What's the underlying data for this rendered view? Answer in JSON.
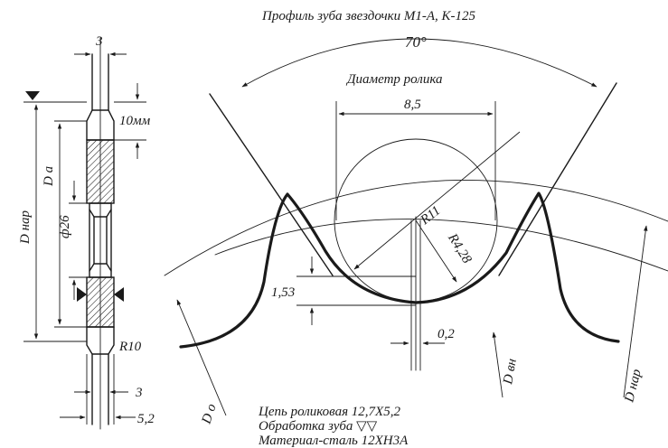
{
  "title": "Профиль зуба звездочки М1-А, К-125",
  "angle_label": "70°",
  "roller_diameter_caption": "Диаметр ролика",
  "dims": {
    "roller_width": "8,5",
    "big_radius": "R11",
    "small_radius": "R4,28",
    "depth": "1,53",
    "gap": "0,2",
    "hub_top_width": "3",
    "rim_height": "10мм",
    "bore": "ф26",
    "bottom_radius": "R10",
    "hub_bottom_width": "3",
    "total_width": "5,2"
  },
  "diameters": {
    "d_outer_side": "D нар",
    "d_a": "D а",
    "d_o": "D о",
    "d_vn": "D вн",
    "d_nar": "D нар"
  },
  "notes": [
    "Цепь роликовая 12,7Х5,2",
    "Обработка зуба ▽▽",
    "Материал-сталь 12ХН3А"
  ]
}
